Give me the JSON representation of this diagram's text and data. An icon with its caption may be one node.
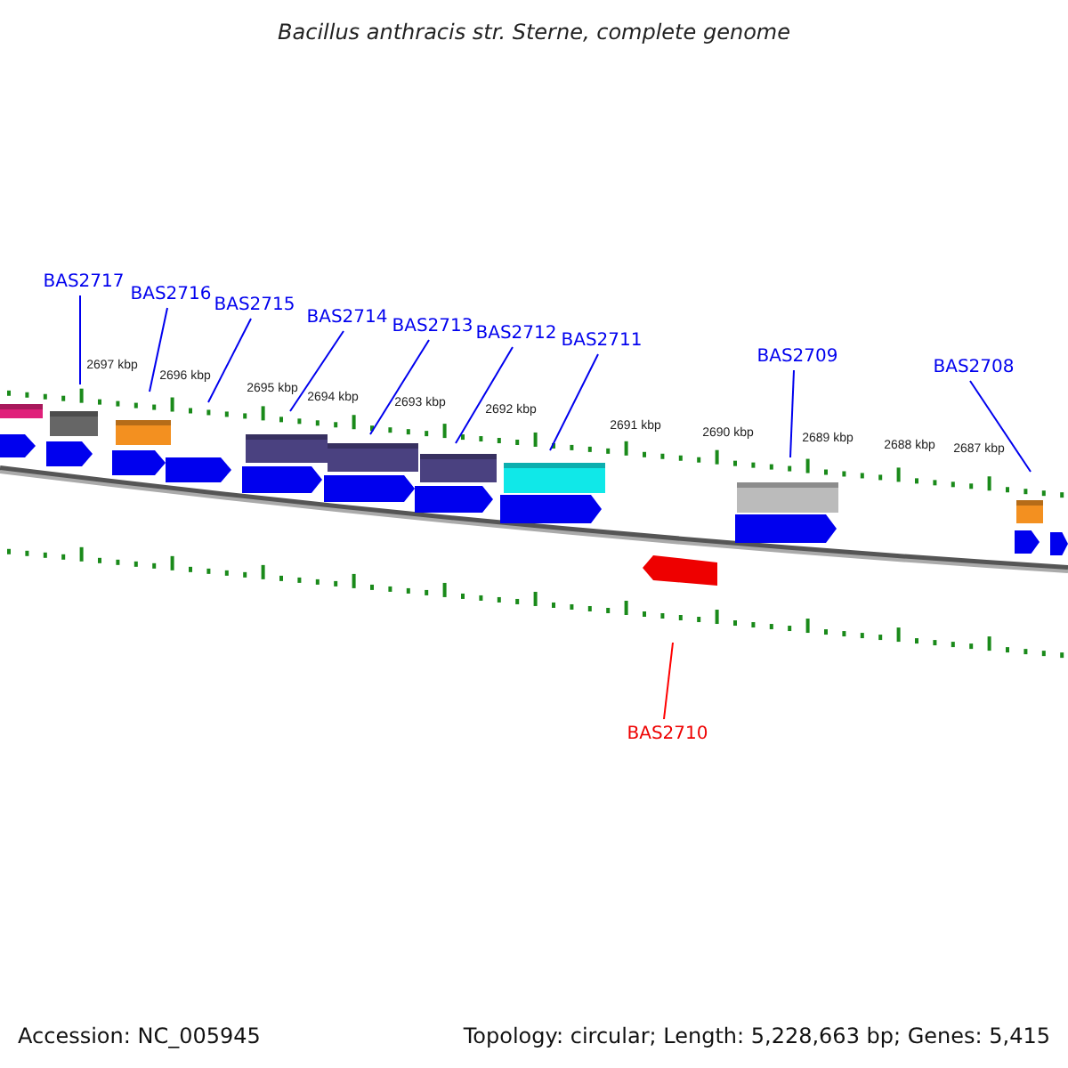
{
  "diagram": {
    "title": "Bacillus anthracis str. Sterne, complete genome",
    "nodes": [
      {
        "text": [
          "BAS2717"
        ]
      },
      {
        "text": [
          "BAS2716"
        ]
      },
      {
        "text": [
          "BAS2715"
        ]
      },
      {
        "text": [
          "BAS2714"
        ]
      },
      {
        "text": [
          "BAS2713"
        ]
      },
      {
        "text": [
          "BAS2712"
        ]
      },
      {
        "text": [
          "BAS2711"
        ]
      },
      {
        "text": [
          "BAS2709"
        ]
      },
      {
        "text": [
          "BAS2708"
        ]
      },
      {
        "text": [
          "BAS2710"
        ]
      }
    ],
    "edges": [
      {
        "from": 0,
        "to": null,
        "arrow": "none"
      },
      {
        "from": 1,
        "to": null,
        "arrow": "none"
      },
      {
        "from": 2,
        "to": null,
        "arrow": "none"
      },
      {
        "from": 3,
        "to": null,
        "arrow": "none"
      },
      {
        "from": 4,
        "to": null,
        "arrow": "none"
      },
      {
        "from": 5,
        "to": null,
        "arrow": "none"
      },
      {
        "from": 6,
        "to": null,
        "arrow": "none"
      },
      {
        "from": 7,
        "to": null,
        "arrow": "none"
      },
      {
        "from": 8,
        "to": null,
        "arrow": "none"
      },
      {
        "from": 9,
        "to": null,
        "arrow": "none",
        "color": "#ff0000"
      }
    ],
    "labels": [
      "2697 kbp",
      "2696 kbp",
      "2695 kbp",
      "2694 kbp",
      "2693 kbp",
      "2692 kbp",
      "2691 kbp",
      "2690 kbp",
      "2689 kbp",
      "2688 kbp",
      "2687 kbp",
      "Accession: NC_005945",
      "Topology: circular; Length: 5,228,663 bp; Genes: 5,415"
    ]
  }
}
